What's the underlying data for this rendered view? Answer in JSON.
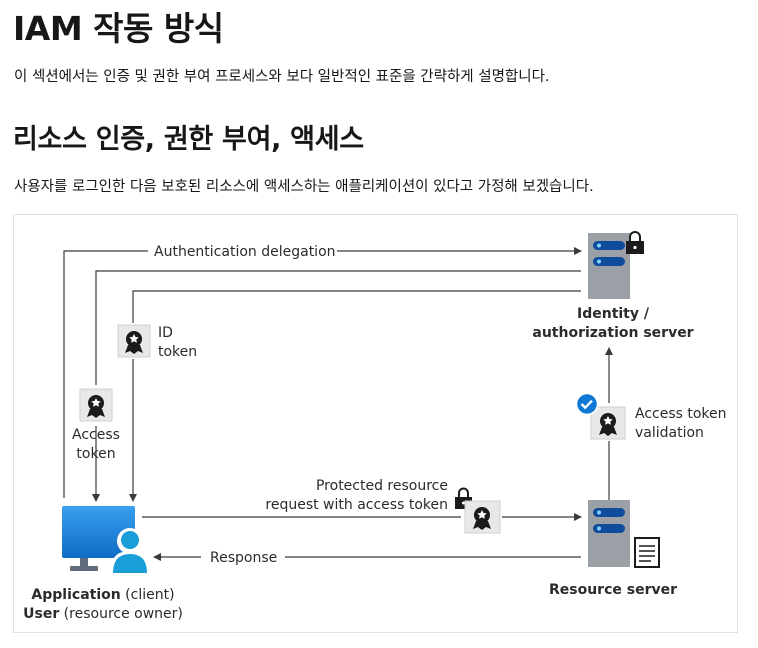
{
  "page": {
    "title": "IAM 작동 방식",
    "intro": "이 섹션에서는 인증 및 권한 부여 프로세스와 보다 일반적인 표준을 간략하게 설명합니다.",
    "section_heading": "리소스 인증, 권한 부여, 액세스",
    "section_text": "사용자를 로그인한 다음 보호된 리소스에 액세스하는 애플리케이션이 있다고 가정해 보겠습니다."
  },
  "diagram": {
    "auth_delegation": "Authentication delegation",
    "identity_server_line1": "Identity /",
    "identity_server_line2": "authorization server",
    "id_token_line1": "ID",
    "id_token_line2": "token",
    "access_token_line1": "Access",
    "access_token_line2": "token",
    "token_validation_line1": "Access token",
    "token_validation_line2": "validation",
    "request_line1": "Protected resource",
    "request_line2": "request with access token",
    "response": "Response",
    "application_bold": "Application",
    "application_rest": " (client)",
    "user_bold": "User",
    "user_rest": " (resource owner)",
    "resource_server": "Resource server"
  },
  "colors": {
    "server_body": "#9aa0a6",
    "server_slot": "#0f4c9c",
    "monitor": "#1a84e0",
    "check": "#0f78d4",
    "line": "#3b3b3b"
  }
}
